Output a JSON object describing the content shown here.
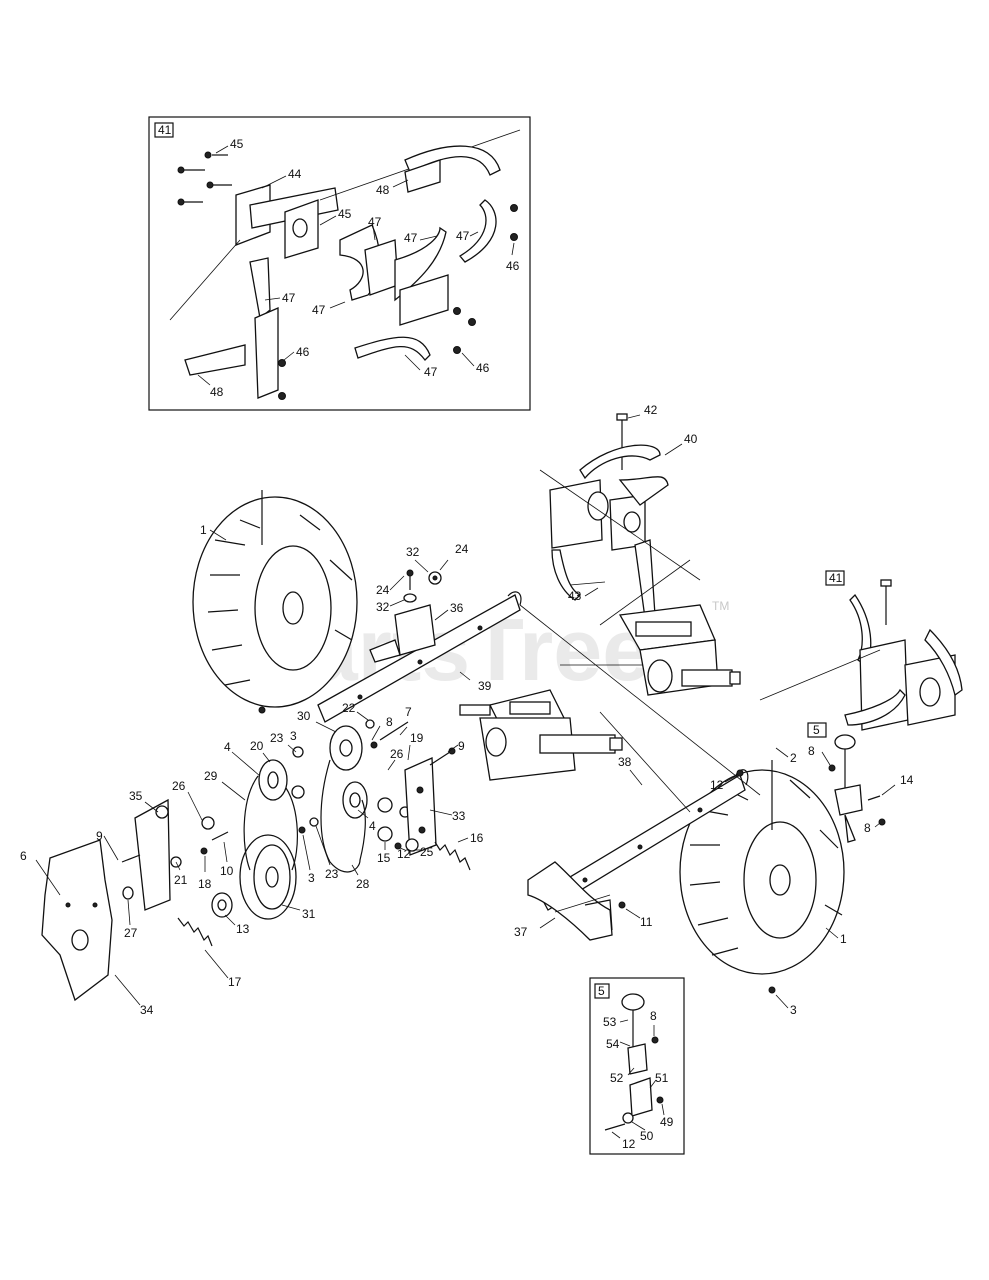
{
  "watermark": {
    "text": "PartsTree",
    "trademark": "TM"
  },
  "insets": {
    "tine_assembly": {
      "ref": "41"
    },
    "shift_lever": {
      "ref": "5"
    }
  },
  "callouts": {
    "c45a": "45",
    "c44": "44",
    "c45b": "45",
    "c48a": "48",
    "c47a": "47",
    "c47b": "47",
    "c47c": "47",
    "c46a": "46",
    "c47d": "47",
    "c47e": "47",
    "c46b": "46",
    "c46c": "46",
    "c47f": "47",
    "c48b": "48",
    "c42": "42",
    "c40": "40",
    "c43": "43",
    "c41ref": "41",
    "c1a": "1",
    "c32a": "32",
    "c24a": "24",
    "c24b": "24",
    "c32b": "32",
    "c36": "36",
    "c39": "39",
    "c5ref": "5",
    "c8a": "8",
    "c14": "14",
    "c8b": "8",
    "c2": "2",
    "c12a": "12",
    "c38": "38",
    "c30": "30",
    "c22": "22",
    "c8c": "8",
    "c7": "7",
    "c19": "19",
    "c26a": "26",
    "c9a": "9",
    "c23a": "23",
    "c3a": "3",
    "c20": "20",
    "c4a": "4",
    "c29": "29",
    "c35": "35",
    "c26b": "26",
    "c4b": "4",
    "c33": "33",
    "c16": "16",
    "c9b": "9",
    "c6": "6",
    "c21": "21",
    "c18": "18",
    "c10": "10",
    "c3b": "3",
    "c23b": "23",
    "c28": "28",
    "c15": "15",
    "c12b": "12",
    "c25": "25",
    "c31": "31",
    "c27": "27",
    "c13": "13",
    "c17": "17",
    "c34": "34",
    "c37": "37",
    "c11": "11",
    "c1b": "1",
    "c3c": "3",
    "c53": "53",
    "c8d": "8",
    "c54": "54",
    "c52": "52",
    "c51": "51",
    "c49": "49",
    "c50": "50",
    "c12c": "12"
  }
}
